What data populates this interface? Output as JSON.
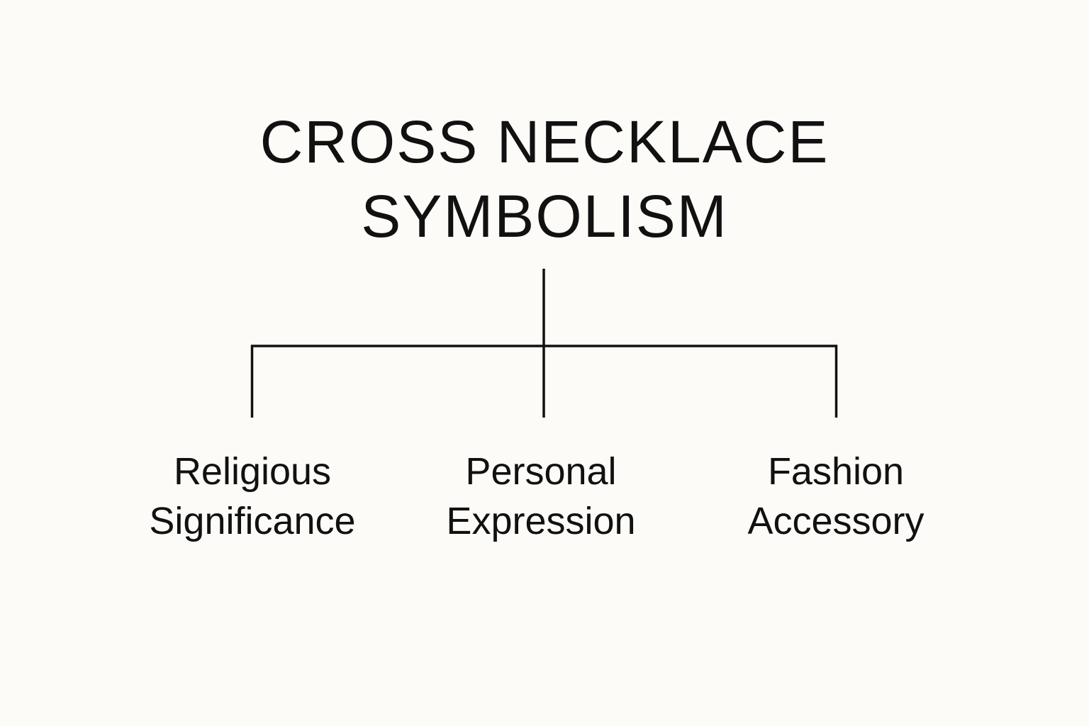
{
  "title": {
    "line1": "CROSS NECKLACE",
    "line2": "SYMBOLISM"
  },
  "nodes": [
    {
      "line1": "Religious",
      "line2": "Significance"
    },
    {
      "line1": "Personal",
      "line2": "Expression"
    },
    {
      "line1": "Fashion",
      "line2": "Accessory"
    }
  ],
  "colors": {
    "background": "#fcfbf7",
    "ink": "#111111"
  }
}
